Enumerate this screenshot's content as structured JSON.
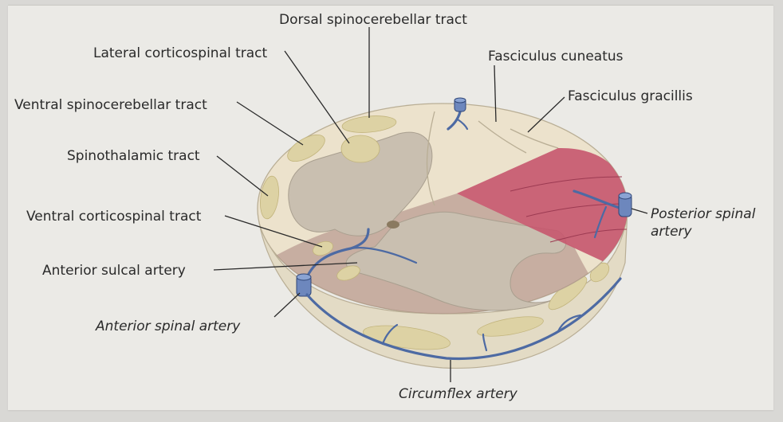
{
  "labels": {
    "dorsal_spinocerebellar": "Dorsal spinocerebellar tract",
    "lateral_corticospinal": "Lateral corticospinal tract",
    "fasciculus_cuneatus": "Fasciculus cuneatus",
    "ventral_spinocerebellar": "Ventral spinocerebellar tract",
    "fasciculus_gracillis": "Fasciculus gracillis",
    "spinothalamic": "Spinothalamic tract",
    "posterior_spinal_line1": "Posterior spinal",
    "posterior_spinal_line2": "artery",
    "ventral_corticospinal": "Ventral corticospinal tract",
    "anterior_sulcal": "Anterior sulcal artery",
    "anterior_spinal": "Anterior spinal artery",
    "circumflex": "Circumflex artery"
  },
  "colors": {
    "white_matter": "#ece2cc",
    "grey_matter": "#c9bfb0",
    "tract_patch": "#ddd2a4",
    "anterior_territory": "#a9847d",
    "posterior_territory": "#c7566e",
    "artery": "#4d6aa3",
    "cut_edge": "#e3dbc5"
  }
}
